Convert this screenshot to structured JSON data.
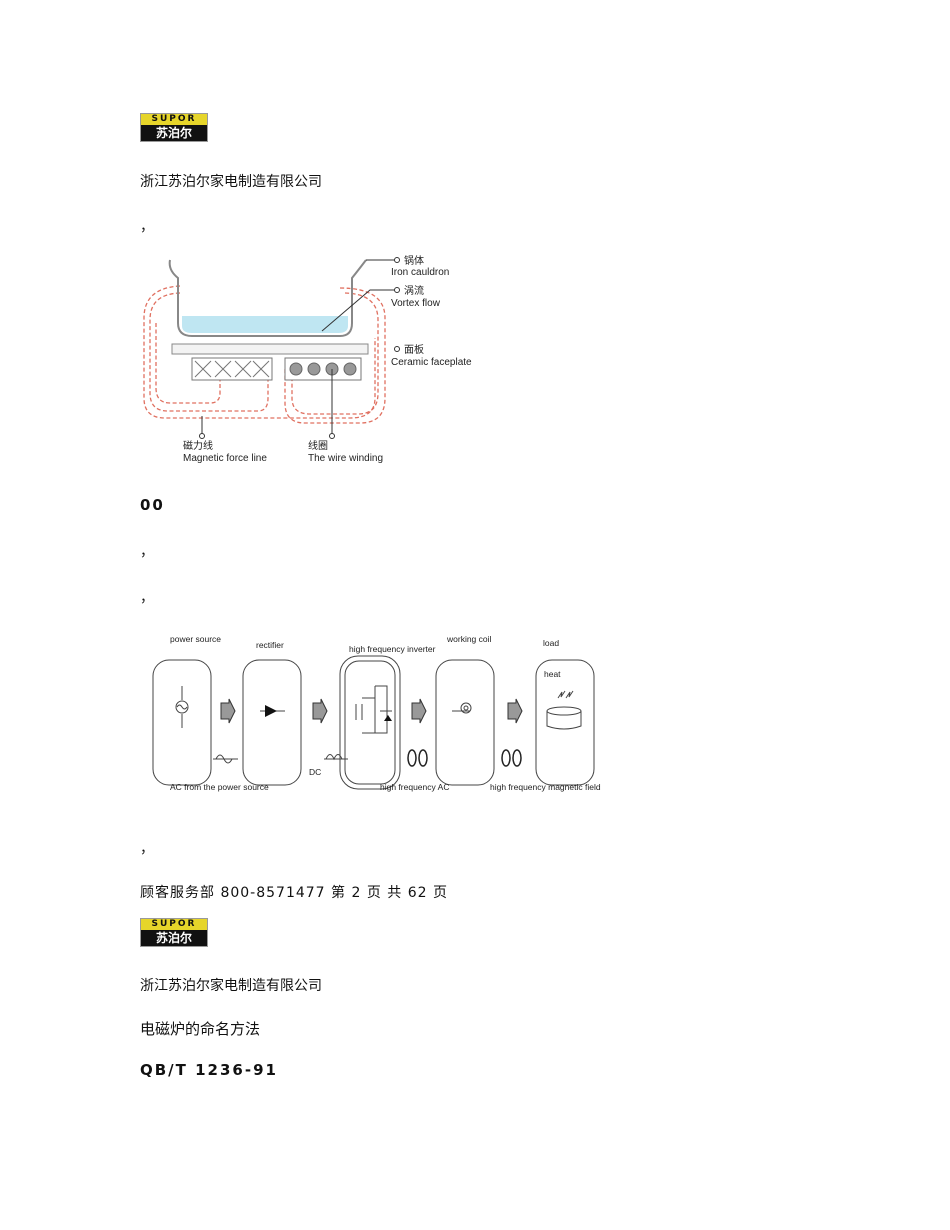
{
  "logo": {
    "top_text": "SUPOR",
    "bottom_text": "苏泊尔"
  },
  "company": "浙江苏泊尔家电制造有限公司",
  "comma": "，",
  "figure1": {
    "labels": [
      {
        "cn": "锅体",
        "en": "Iron cauldron"
      },
      {
        "cn": "涡流",
        "en": "Vortex flow"
      },
      {
        "cn": "面板",
        "en": "Ceramic faceplate"
      },
      {
        "cn": "磁力线",
        "en": "Magnetic force line"
      },
      {
        "cn": "线圈",
        "en": "The wire winding"
      }
    ]
  },
  "section_00": "00",
  "figure2": {
    "stages": [
      "power source",
      "rectifier",
      "high frequency inverter",
      "working coil",
      "load"
    ],
    "heat": "heat",
    "dc": "DC",
    "captions": [
      "AC from the power source",
      "high frequency AC",
      "high frequency magnetic field"
    ]
  },
  "footer": "顾客服务部 800-8571477 第 2 页 共 62 页",
  "heading": "电磁炉的命名方法",
  "standard": "QB/T 1236-91"
}
